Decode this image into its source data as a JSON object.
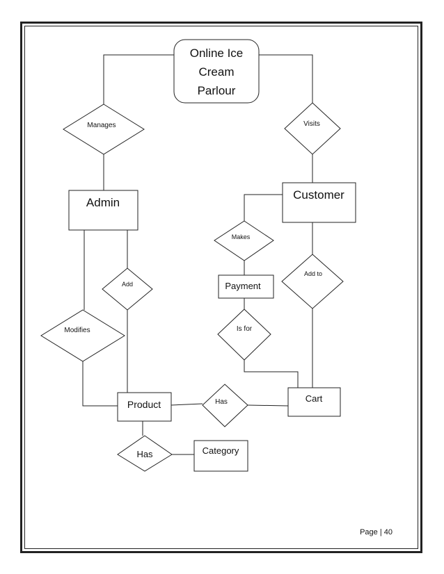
{
  "diagram": {
    "root_entity": [
      "Online Ice",
      "Cream",
      "Parlour"
    ],
    "entities": {
      "admin": "Admin",
      "customer": "Customer",
      "payment": "Payment",
      "product": "Product",
      "cart": "Cart",
      "category": "Category"
    },
    "relationships": {
      "manages": "Manages",
      "visits": "Visits",
      "makes": "Makes",
      "add": "Add",
      "add_to": "Add to",
      "modifies": "Modifies",
      "is_for": "Is for",
      "has_cart": "Has",
      "has_category": "Has"
    }
  },
  "footer": {
    "page_label": "Page | 40"
  }
}
